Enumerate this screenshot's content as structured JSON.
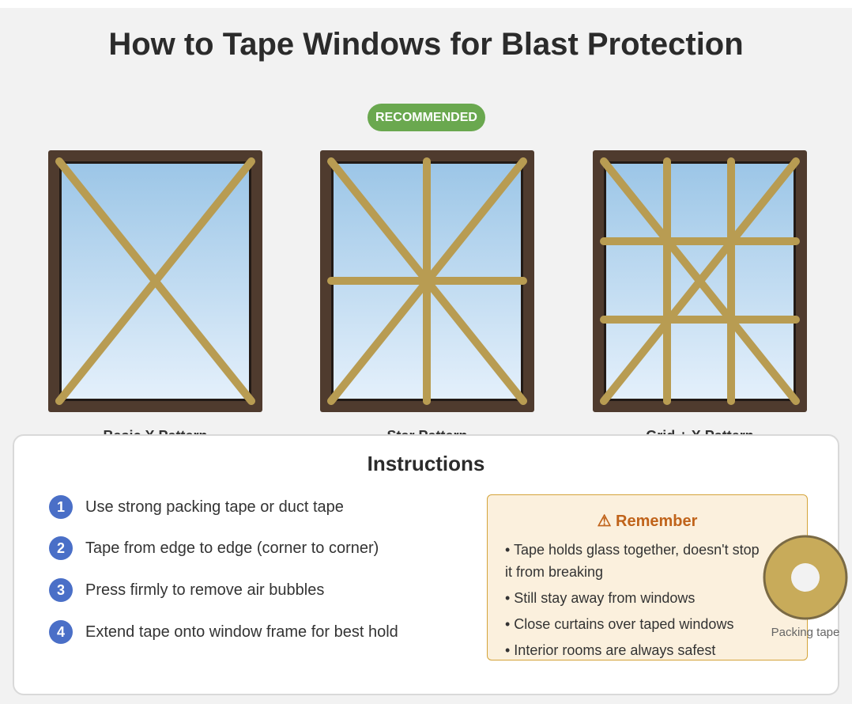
{
  "title": "How to Tape Windows for Blast Protection",
  "badge": "RECOMMENDED",
  "windows": [
    {
      "label": "Basic X Pattern"
    },
    {
      "label": "Star Pattern"
    },
    {
      "label": "Grid + X Pattern"
    }
  ],
  "instructions": {
    "title": "Instructions",
    "steps": [
      {
        "num": "1",
        "text": "Use strong packing tape or duct tape"
      },
      {
        "num": "2",
        "text": "Tape from edge to edge (corner to corner)"
      },
      {
        "num": "3",
        "text": "Press firmly to remove air bubbles"
      },
      {
        "num": "4",
        "text": "Extend tape onto window frame for best hold"
      }
    ]
  },
  "remember": {
    "icon": "warning-icon",
    "title": "⚠ Remember",
    "items": [
      "• Tape holds glass together, doesn't stop it from breaking",
      "• Still stay away from windows",
      "• Close curtains over taped windows",
      "• Interior rooms are always safest"
    ]
  },
  "tape_roll": {
    "label": "Packing tape"
  },
  "colors": {
    "frame": "#4f3b2e",
    "glass_top": "#9cc6e7",
    "glass_bottom": "#e4f0fb",
    "tape": "#b89c52",
    "badge": "#6aa84f",
    "step_circle": "#4a6fc7",
    "remember_bg": "#fbf0dd",
    "remember_title": "#c0631a"
  }
}
